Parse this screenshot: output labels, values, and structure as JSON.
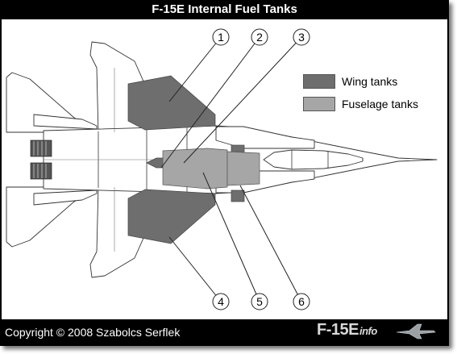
{
  "title": "F-15E Internal Fuel Tanks",
  "legend": {
    "wing_label": "Wing tanks",
    "fuselage_label": "Fuselage tanks"
  },
  "colors": {
    "wing_tanks": "#6e6e6e",
    "fuselage_tanks": "#a6a6a6",
    "frame": "#000000",
    "airframe": "#ffffff"
  },
  "callouts": [
    "1",
    "2",
    "3",
    "4",
    "5",
    "6"
  ],
  "footer": {
    "copyright": "Copyright © 2008 Szabolcs Serflek",
    "brand_main": "F-15E",
    "brand_suffix": "info"
  }
}
